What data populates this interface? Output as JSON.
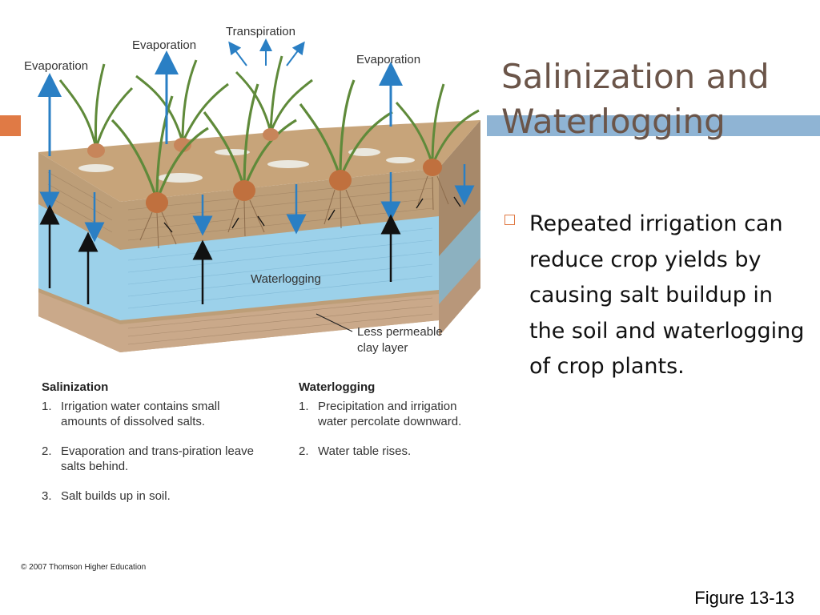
{
  "colors": {
    "accent_orange": "#e07a45",
    "accent_blue": "#8fb4d4",
    "title_color": "#6b5549",
    "bullet_color": "#e07a45",
    "arrow_blue": "#2a7fc4",
    "arrow_dark": "#111111",
    "soil": "#b89a72",
    "water": "#9cd1ea",
    "clay": "#c9a889"
  },
  "slide": {
    "title": "Salinization and Waterlogging",
    "bullets": [
      "Repeated irrigation can reduce crop yields by causing salt buildup in the soil and waterlogging of crop plants."
    ],
    "bullet_icon": "square-bullet-icon",
    "figure_label": "Figure 13-13"
  },
  "diagram": {
    "labels": {
      "evaporation_left": "Evaporation",
      "evaporation_mid": "Evaporation",
      "transpiration": "Transpiration",
      "evaporation_right": "Evaporation",
      "waterlogging": "Waterlogging",
      "clay_line1": "Less permeable",
      "clay_line2": "clay layer"
    },
    "salinization": {
      "heading": "Salinization",
      "items": [
        {
          "num": "1.",
          "text": "Irrigation water contains small amounts of dissolved salts."
        },
        {
          "num": "2.",
          "text": "Evaporation and trans-piration leave salts behind."
        },
        {
          "num": "3.",
          "text": "Salt builds up in soil."
        }
      ]
    },
    "waterlogging_steps": {
      "heading": "Waterlogging",
      "items": [
        {
          "num": "1.",
          "text": "Precipitation and irrigation water percolate downward."
        },
        {
          "num": "2.",
          "text": "Water table rises."
        }
      ]
    },
    "copyright": "© 2007 Thomson Higher Education"
  }
}
